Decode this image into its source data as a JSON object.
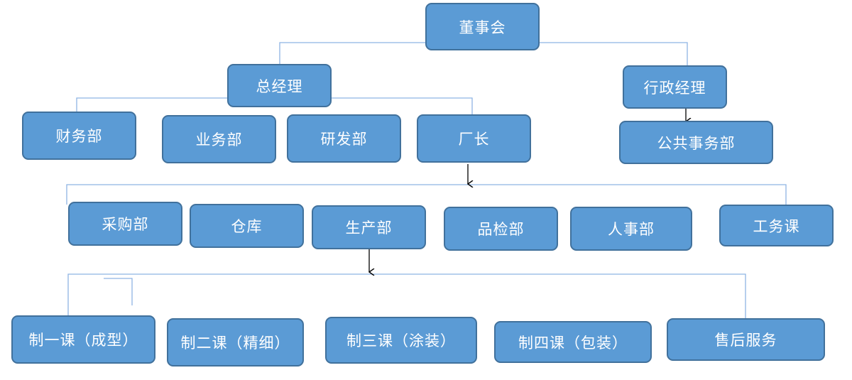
{
  "diagram": {
    "nodes": {
      "board": "董事会",
      "gm": "总经理",
      "admin_mgr": "行政经理",
      "finance": "财务部",
      "business": "业务部",
      "rnd": "研发部",
      "factory_dir": "厂长",
      "public_affairs": "公共事务部",
      "purchasing": "采购部",
      "warehouse": "仓库",
      "production": "生产部",
      "quality": "品检部",
      "hr": "人事部",
      "engineering": "工务课",
      "sec1": "制一课（成型）",
      "sec2": "制二课（精细）",
      "sec3": "制三课（涂装）",
      "sec4": "制四课（包装）",
      "after_sales": "售后服务"
    },
    "colors": {
      "box_fill": "#5b9bd5",
      "box_border": "#41719c",
      "box_text": "#ffffff",
      "connector": "#8eb4e3",
      "arrow": "#000000"
    }
  }
}
